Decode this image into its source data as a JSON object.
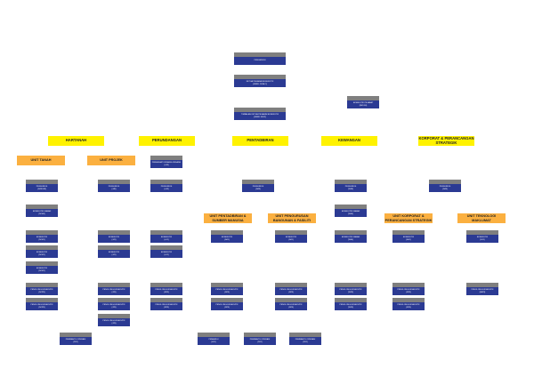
{
  "top": {
    "pengerusi": {
      "title": "PENGERUSI",
      "sub": ""
    },
    "ketua": {
      "title": "KETUA PEGAWAI EKSEKUTIF",
      "sub": "(GRED JUSA C)"
    },
    "timbalan": {
      "title": "TIMBALAN KETUA PEGAWAI EKSEKUTIF",
      "sub": "(GRED 54/52)"
    },
    "audit": {
      "title": "EKSEKUTIF PEJABAT",
      "sub": "(N41/44)"
    }
  },
  "divisions": [
    {
      "label": "HARTANAH"
    },
    {
      "label": "PERUNDANGAN"
    },
    {
      "label": "PENTADBIRAN"
    },
    {
      "label": "KEWANGAN"
    },
    {
      "label": "KORPORAT & PERANCANGAN STRATEGIK"
    }
  ],
  "units": [
    {
      "label": "UNIT TANAH"
    },
    {
      "label": "UNIT PROJEK"
    },
    {
      "label": "UNIT PENTADBIRAN & SUMBER MANUSIA"
    },
    {
      "label": "UNIT PENGURUSAN BANGUNAN & FASILITI"
    },
    {
      "label": "UNIT KORPORAT & PERANCANGAN STRATEGIK"
    },
    {
      "label": "UNIT TEKNOLOGI MAKLUMAT"
    }
  ],
  "boxes": {
    "penasihat_undang": {
      "title": "PENASIHAT UNDANG-UNDANG",
      "sub": "(L48)"
    },
    "hart_pengurus": {
      "title": "PENGURUS",
      "sub": "(N48/J48)"
    },
    "hart_eks_kanan": {
      "title": "EKSEKUTIF KANAN",
      "sub": "(N/J44)"
    },
    "hart_eks1": {
      "title": "EKSEKUTIF",
      "sub": "(N/J41)"
    },
    "hart_eks2": {
      "title": "EKSEKUTIF",
      "sub": "(N/J41)"
    },
    "hart_eks3": {
      "title": "EKSEKUTIF",
      "sub": "(N/J41)"
    },
    "hart_pen1": {
      "title": "PENOLONG EKSEKUTIF",
      "sub": "(N/J29)"
    },
    "hart_pen2": {
      "title": "PENOLONG EKSEKUTIF",
      "sub": "(N/J29)"
    },
    "proj_pengurus": {
      "title": "PENGURUS",
      "sub": "(J48)"
    },
    "proj_eks1": {
      "title": "EKSEKUTIF",
      "sub": "(J41)"
    },
    "proj_eks2": {
      "title": "EKSEKUTIF",
      "sub": "(J41)"
    },
    "proj_pen1": {
      "title": "PENOLONG EKSEKUTIF",
      "sub": "(J29)"
    },
    "proj_pen2": {
      "title": "PENOLONG EKSEKUTIF",
      "sub": "(J29)"
    },
    "proj_pen3": {
      "title": "PENOLONG EKSEKUTIF",
      "sub": "(J29)"
    },
    "hart_pembantu": {
      "title": "PEMBANTU OPERASI",
      "sub": "(N11)"
    },
    "peru_pengurus": {
      "title": "PENGURUS",
      "sub": "(L48)"
    },
    "peru_eks1": {
      "title": "EKSEKUTIF",
      "sub": "(L41)"
    },
    "peru_eks2": {
      "title": "EKSEKUTIF",
      "sub": "(L41)"
    },
    "peru_pen1": {
      "title": "PENOLONG EKSEKUTIF",
      "sub": "(N29)"
    },
    "peru_pen2": {
      "title": "PENOLONG EKSEKUTIF",
      "sub": "(N29)"
    },
    "pent_pengurus": {
      "title": "PENGURUS",
      "sub": "(N48)"
    },
    "pent_hr_eks": {
      "title": "EKSEKUTIF",
      "sub": "(N41)"
    },
    "pent_hr_pen1": {
      "title": "PENOLONG EKSEKUTIF",
      "sub": "(N29)"
    },
    "pent_hr_pen2": {
      "title": "PENOLONG EKSEKUTIF",
      "sub": "(N29)"
    },
    "pent_fac_eks": {
      "title": "EKSEKUTIF",
      "sub": "(N41)"
    },
    "pent_fac_pen1": {
      "title": "PENOLONG EKSEKUTIF",
      "sub": "(N29)"
    },
    "pent_fac_pen2": {
      "title": "PENOLONG EKSEKUTIF",
      "sub": "(N29)"
    },
    "pemandu": {
      "title": "PEMANDU",
      "sub": "(H11)"
    },
    "pembantu_op1": {
      "title": "PEMBANTU OPERASI",
      "sub": "(N11)"
    },
    "pembantu_op2": {
      "title": "PEMBANTU OPERASI",
      "sub": "(N11)"
    },
    "kew_pengurus": {
      "title": "PENGURUS",
      "sub": "(W48)"
    },
    "kew_eks_kanan": {
      "title": "EKSEKUTIF KANAN",
      "sub": "(W44)"
    },
    "kew_eks_kanan2": {
      "title": "EKSEKUTIF KANAN",
      "sub": "(W44)"
    },
    "kew_pen1": {
      "title": "PENOLONG EKSEKUTIF",
      "sub": "(W29)"
    },
    "kew_pen2": {
      "title": "PENOLONG EKSEKUTIF",
      "sub": "(W29)"
    },
    "korp_pengurus": {
      "title": "PENGURUS",
      "sub": "(N48)"
    },
    "korp_eks": {
      "title": "EKSEKUTIF",
      "sub": "(N41)"
    },
    "korp_pen1": {
      "title": "PENOLONG EKSEKUTIF",
      "sub": "(N29)"
    },
    "korp_pen2": {
      "title": "PENOLONG EKSEKUTIF",
      "sub": "(N29)"
    },
    "it_eks": {
      "title": "EKSEKUTIF",
      "sub": "(F41)"
    },
    "it_pen": {
      "title": "PENOLONG EKSEKUTIF",
      "sub": "(FA29)"
    }
  }
}
